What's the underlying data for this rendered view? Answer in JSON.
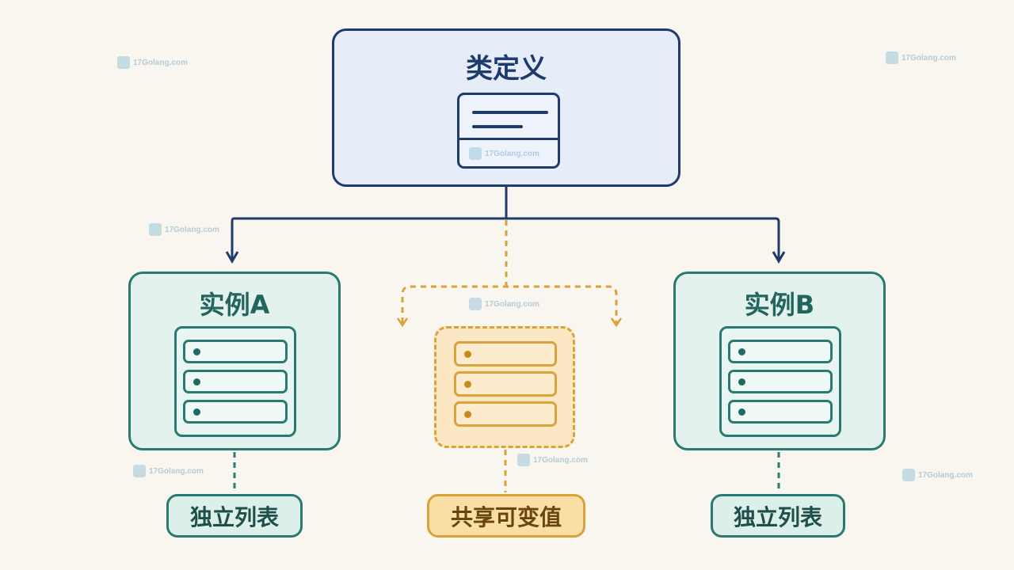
{
  "class_box": {
    "title": "类定义"
  },
  "instance_a": {
    "title": "实例A",
    "label": "独立列表"
  },
  "instance_b": {
    "title": "实例B",
    "label": "独立列表"
  },
  "shared": {
    "label": "共享可变值"
  },
  "watermark": {
    "text": "17Golang.com"
  },
  "colors": {
    "navy": "#1f3b6e",
    "teal": "#2a7a72",
    "amber": "#d9a23a",
    "background": "#f8f6ef"
  }
}
